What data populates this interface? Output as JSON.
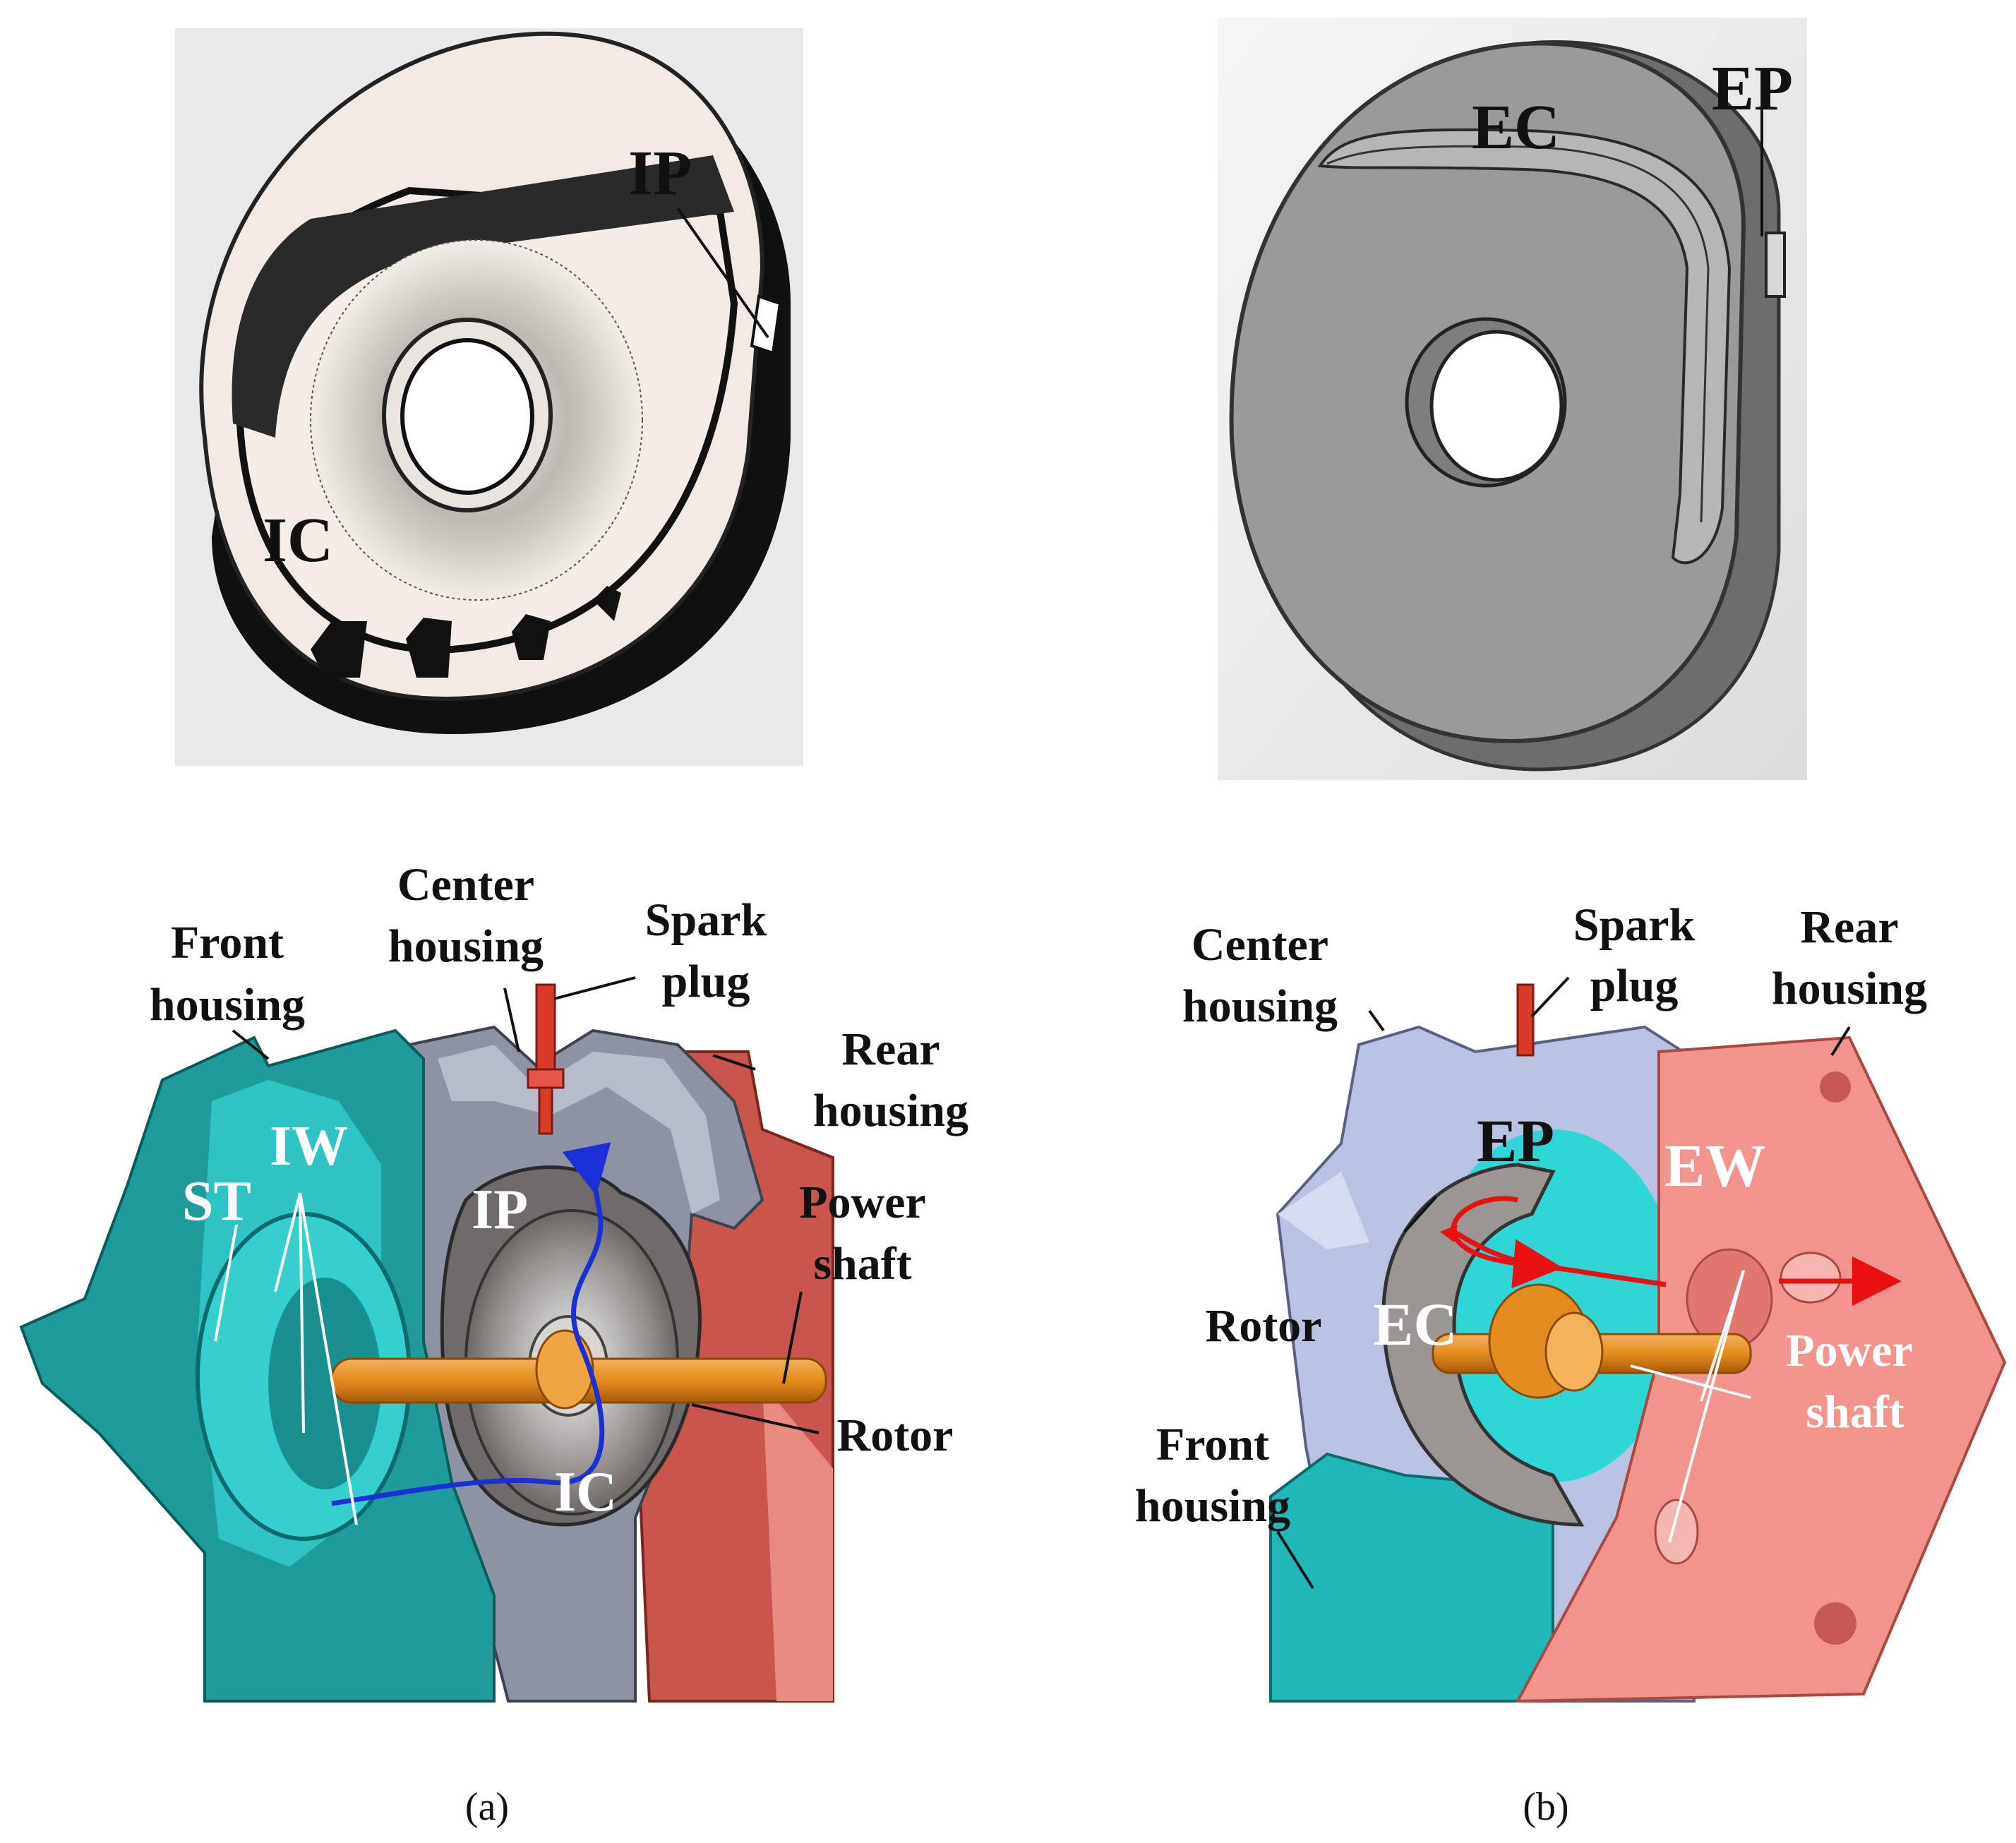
{
  "panel_a": {
    "top_labels": {
      "ip": "IP",
      "ic": "IC"
    },
    "callouts": {
      "front_housing_1": "Front",
      "front_housing_2": "housing",
      "center_housing_1": "Center",
      "center_housing_2": "housing",
      "spark_plug_1": "Spark",
      "spark_plug_2": "plug",
      "rear_housing_1": "Rear",
      "rear_housing_2": "housing",
      "power_shaft_1": "Power",
      "power_shaft_2": "shaft",
      "rotor": "Rotor",
      "iw": "IW",
      "st": "ST",
      "ip": "IP",
      "ic": "IC"
    },
    "caption": "(a)"
  },
  "panel_b": {
    "top_labels": {
      "ec": "EC",
      "ep": "EP"
    },
    "callouts": {
      "center_housing_1": "Center",
      "center_housing_2": "housing",
      "spark_plug_1": "Spark",
      "spark_plug_2": "plug",
      "rear_housing_1": "Rear",
      "rear_housing_2": "housing",
      "ep": "EP",
      "ew": "EW",
      "rotor": "Rotor",
      "ec": "EC",
      "power_shaft_1": "Power",
      "power_shaft_2": "shaft",
      "front_housing_1": "Front",
      "front_housing_2": "housing"
    },
    "caption": "(b)"
  },
  "colors": {
    "front_housing": "#1fa5a5",
    "center_housing": "#aeb6cc",
    "rear_housing": "#e08a82",
    "power_shaft": "#e38b1e",
    "spark_plug": "#d93a2a",
    "rotor": "#8a8684",
    "intake_path": "#1b2fd6",
    "exhaust_path": "#e81010"
  }
}
